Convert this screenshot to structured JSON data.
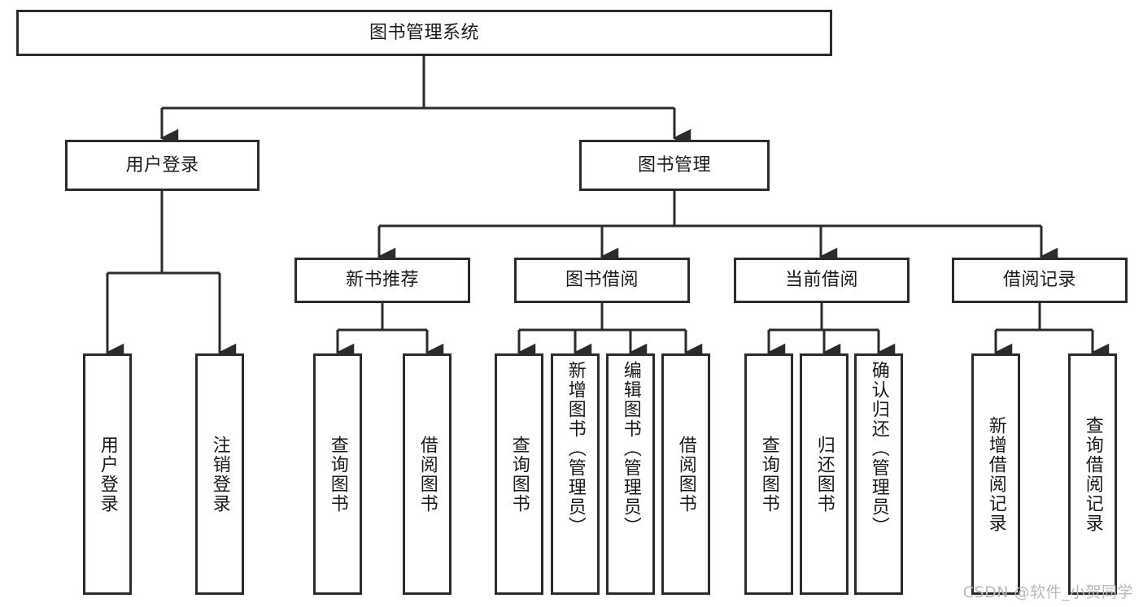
{
  "diagram": {
    "title": "图书管理系统",
    "type": "tree-hierarchy",
    "colors": {
      "box_border": "#2b2b2b",
      "box_fill": "#ffffff",
      "connector": "#2b2b2b",
      "text": "#1a1a1a",
      "watermark": "#b9b9b9",
      "background": "#ffffff"
    },
    "root": {
      "label": "图书管理系统"
    },
    "level2": [
      {
        "label": "用户登录"
      },
      {
        "label": "图书管理"
      }
    ],
    "level3": [
      {
        "label": "新书推荐"
      },
      {
        "label": "图书借阅"
      },
      {
        "label": "当前借阅"
      },
      {
        "label": "借阅记录"
      }
    ],
    "leaves": {
      "user_login": [
        {
          "label": "用户登录"
        },
        {
          "label": "注销登录"
        }
      ],
      "new_book_recommend": [
        {
          "label": "查询图书"
        },
        {
          "label": "借阅图书"
        }
      ],
      "book_borrow": [
        {
          "label": "查询图书"
        },
        {
          "label": "新增图书（管理员）"
        },
        {
          "label": "编辑图书（管理员）"
        },
        {
          "label": "借阅图书"
        }
      ],
      "current_borrow": [
        {
          "label": "查询图书"
        },
        {
          "label": "归还图书"
        },
        {
          "label": "确认归还（管理员）"
        }
      ],
      "borrow_records": [
        {
          "label": "新增借阅记录"
        },
        {
          "label": "查询借阅记录"
        }
      ]
    }
  },
  "watermark": {
    "text": "CSDN @软件_小贺同学"
  }
}
